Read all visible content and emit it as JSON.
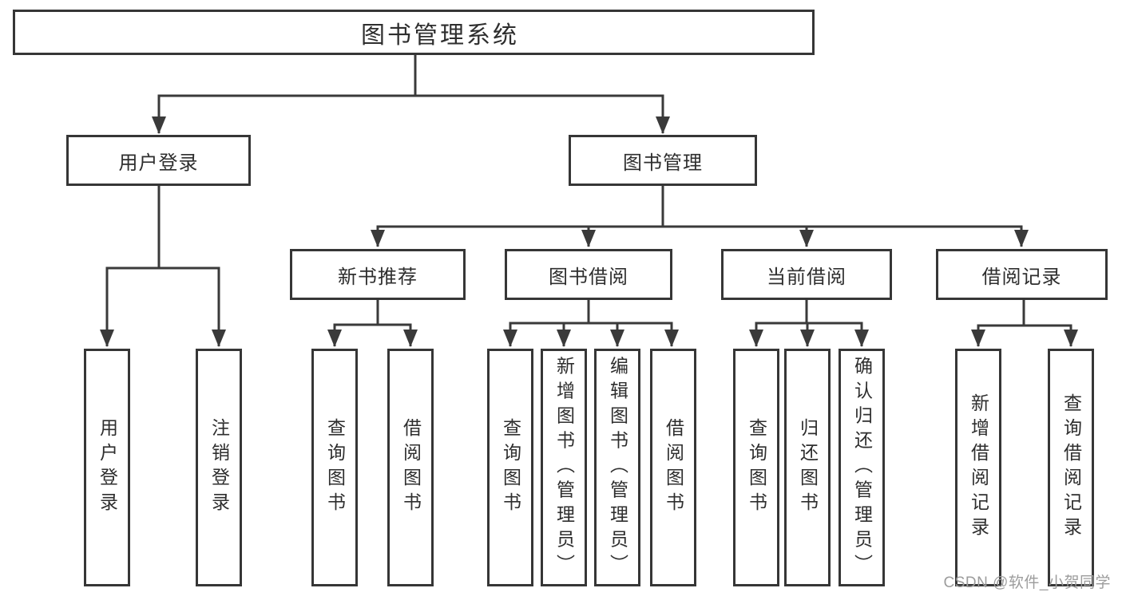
{
  "watermark": "CSDN @软件_小贺同学",
  "colors": {
    "line": "#3a3a3a",
    "box_border": "#363636",
    "box_bg": "#ffffff",
    "text": "#2e2e2e",
    "watermark": "#9c9c9c"
  },
  "nodes": {
    "root": "图书管理系统",
    "user_login": "用户登录",
    "book_mgmt": "图书管理",
    "new_book_rec": "新书推荐",
    "book_borrow": "图书借阅",
    "current_borrow": "当前借阅",
    "borrow_records": "借阅记录",
    "ul_login": "用户登录",
    "ul_logout": "注销登录",
    "nbr_query": "查询图书",
    "nbr_borrow": "借阅图书",
    "bb_query": "查询图书",
    "bb_add": "新增图书（管理员）",
    "bb_edit": "编辑图书（管理员）",
    "bb_borrow": "借阅图书",
    "cb_query": "查询图书",
    "cb_return": "归还图书",
    "cb_confirm": "确认归还（管理员）",
    "br_add": "新增借阅记录",
    "br_query": "查询借阅记录"
  }
}
